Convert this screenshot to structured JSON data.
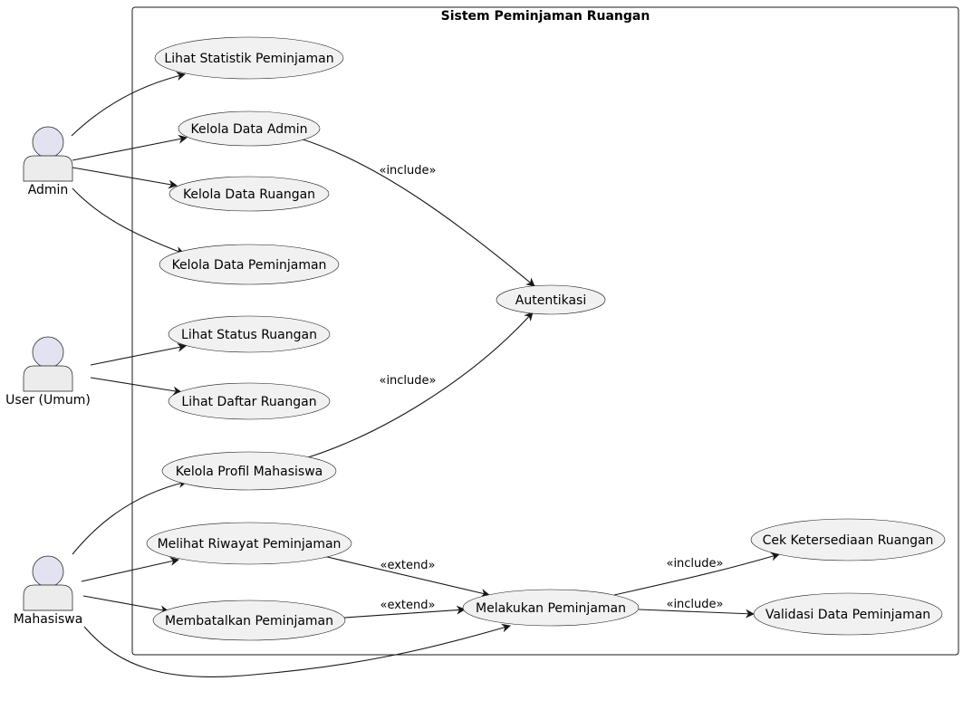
{
  "system": {
    "title": "Sistem Peminjaman Ruangan"
  },
  "actors": {
    "admin": "Admin",
    "user": "User (Umum)",
    "mahasiswa": "Mahasiswa"
  },
  "usecases": {
    "lihat_statistik": "Lihat Statistik Peminjaman",
    "kelola_admin": "Kelola Data Admin",
    "kelola_ruangan": "Kelola Data Ruangan",
    "kelola_peminjaman": "Kelola Data Peminjaman",
    "autentikasi": "Autentikasi",
    "lihat_status": "Lihat Status Ruangan",
    "lihat_daftar": "Lihat Daftar Ruangan",
    "kelola_profil": "Kelola Profil Mahasiswa",
    "melihat_riwayat": "Melihat Riwayat Peminjaman",
    "membatalkan": "Membatalkan Peminjaman",
    "melakukan": "Melakukan Peminjaman",
    "cek_ketersediaan": "Cek Ketersediaan Ruangan",
    "validasi": "Validasi Data Peminjaman"
  },
  "relations": {
    "include": "«include»",
    "extend": "«extend»"
  },
  "colors": {
    "usecase_fill": "#f1f1f1",
    "actor_fill": "#ececec",
    "line": "#181818"
  }
}
